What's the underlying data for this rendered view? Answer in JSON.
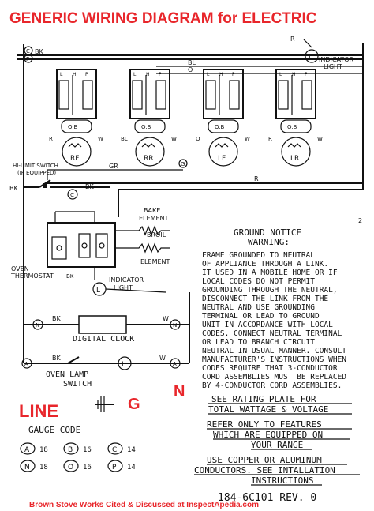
{
  "title": "GENERIC WIRING DIAGRAM for ELECTRIC",
  "wire_labels": {
    "bk_top": "BK",
    "r_top": "R",
    "bl_top": "BL",
    "o_top": "O",
    "gr": "GR",
    "r_mid": "R",
    "bk_hl": "BK",
    "bk_c": "BK",
    "bk_clock_l": "BK",
    "w_clock_r": "W",
    "bk_lamp_l": "BK",
    "w_lamp_r": "W",
    "bk_th": "BK"
  },
  "terminal_letters": [
    "C",
    "P",
    "L",
    "C",
    "G",
    "N",
    "N",
    "A",
    "A",
    "L",
    "L"
  ],
  "burners": [
    {
      "label": "RF",
      "rating": "O.B",
      "left": "R",
      "right": "W"
    },
    {
      "label": "RR",
      "rating": "O.B",
      "left": "BL",
      "right": "W"
    },
    {
      "label": "LF",
      "rating": "O.B",
      "left": "O",
      "right": "W"
    },
    {
      "label": "LR",
      "rating": "O.B",
      "left": "R",
      "right": "W"
    }
  ],
  "switch_terms": [
    "L",
    "H",
    "P"
  ],
  "components": {
    "indicator_light_top": [
      "INDICATOR",
      "LIGHT"
    ],
    "hi_limit": [
      "HI-LIMIT SWITCH",
      "(IF EQUIPPED)"
    ],
    "bake": [
      "BAKE",
      "ELEMENT"
    ],
    "broil": [
      "BROIL",
      "ELEMENT"
    ],
    "oven_thermostat": [
      "OVEN",
      "THERMOSTAT"
    ],
    "indicator_light_oven": [
      "INDICATOR",
      "LIGHT"
    ],
    "digital_clock": "DIGITAL CLOCK",
    "oven_lamp": [
      "OVEN LAMP",
      "SWITCH"
    ]
  },
  "notice": {
    "heading": [
      "GROUND NOTICE",
      "WARNING:"
    ],
    "body": [
      "FRAME GROUNDED TO NEUTRAL",
      "OF APPLIANCE THROUGH A LINK.",
      "IT USED IN A MOBILE HOME OR IF",
      "LOCAL CODES DO NOT PERMIT",
      "GROUNDING THROUGH THE NEUTRAL,",
      "DISCONNECT THE LINK FROM THE",
      "NEUTRAL AND USE GROUNDING",
      "TERMINAL OR LEAD TO GROUND",
      "UNIT IN ACCORDANCE WITH LOCAL",
      "CODES. CONNECT NEUTRAL TERMINAL",
      "OR LEAD TO BRANCH CIRCUIT",
      "NEUTRAL IN USUAL MANNER. CONSULT",
      "MANUFACTURER'S INSTRUCTIONS WHEN",
      "CODES REQUIRE THAT 3-CONDUCTOR",
      "CORD ASSEMBLIES MUST BE REPLACED",
      "BY 4-CONDUCTOR CORD ASSEMBLIES."
    ],
    "rating": [
      "SEE RATING PLATE FOR",
      "TOTAL WATTAGE & VOLTAGE"
    ],
    "refer": [
      "REFER ONLY TO FEATURES",
      "WHICH ARE EQUIPPED ON",
      "YOUR RANGE"
    ],
    "conductors": [
      "USE COPPER OR ALUMINUM",
      "CONDUCTORS. SEE INTALLATION",
      "INSTRUCTIONS"
    ],
    "part_no": "184-6C101 REV. 0",
    "corner_mark": "2"
  },
  "labels": {
    "line": "LINE",
    "g": "G",
    "n": "N"
  },
  "gauge": {
    "title": "GAUGE CODE",
    "rows": [
      [
        {
          "letter": "A",
          "num": "18"
        },
        {
          "letter": "B",
          "num": "16"
        },
        {
          "letter": "C",
          "num": "14"
        }
      ],
      [
        {
          "letter": "N",
          "num": "18"
        },
        {
          "letter": "O",
          "num": "16"
        },
        {
          "letter": "P",
          "num": "14"
        }
      ]
    ]
  },
  "footer": "Brown Stove Works Cited & Discussed at InspectApedia.com",
  "colors": {
    "accent": "#e8262b",
    "ink": "#111111"
  }
}
